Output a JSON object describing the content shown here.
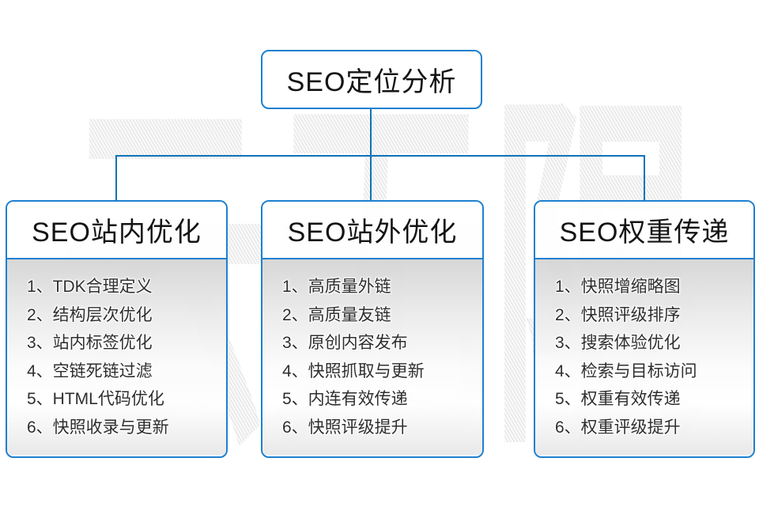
{
  "diagram": {
    "type": "hierarchy-flowchart",
    "title": "SEO定位分析"
  },
  "colors": {
    "node_border_blue": "#1e80d0",
    "connector_blue": "#0f72ba",
    "title_text": "#141414",
    "item_text": "#2e2e2e",
    "list_gradient_top": "#d4d4d4",
    "list_gradient_bottom": "#e7e7e7",
    "watermark_gray": "#ececec"
  },
  "watermark": {
    "text": "云无限"
  },
  "root": {
    "title": "SEO定位分析"
  },
  "columns": [
    {
      "title": "SEO站内优化",
      "items": [
        "1、TDK合理定义",
        "2、结构层次优化",
        "3、站内标签优化",
        "4、空链死链过滤",
        "5、HTML代码优化",
        "6、快照收录与更新"
      ]
    },
    {
      "title": "SEO站外优化",
      "items": [
        "1、高质量外链",
        "2、高质量友链",
        "3、原创内容发布",
        "4、快照抓取与更新",
        "5、内连有效传递",
        "6、快照评级提升"
      ]
    },
    {
      "title": "SEO权重传递",
      "items": [
        "1、快照增缩略图",
        "2、快照评级排序",
        "3、搜索体验优化",
        "4、检索与目标访问",
        "5、权重有效传递",
        "6、权重评级提升"
      ]
    }
  ]
}
